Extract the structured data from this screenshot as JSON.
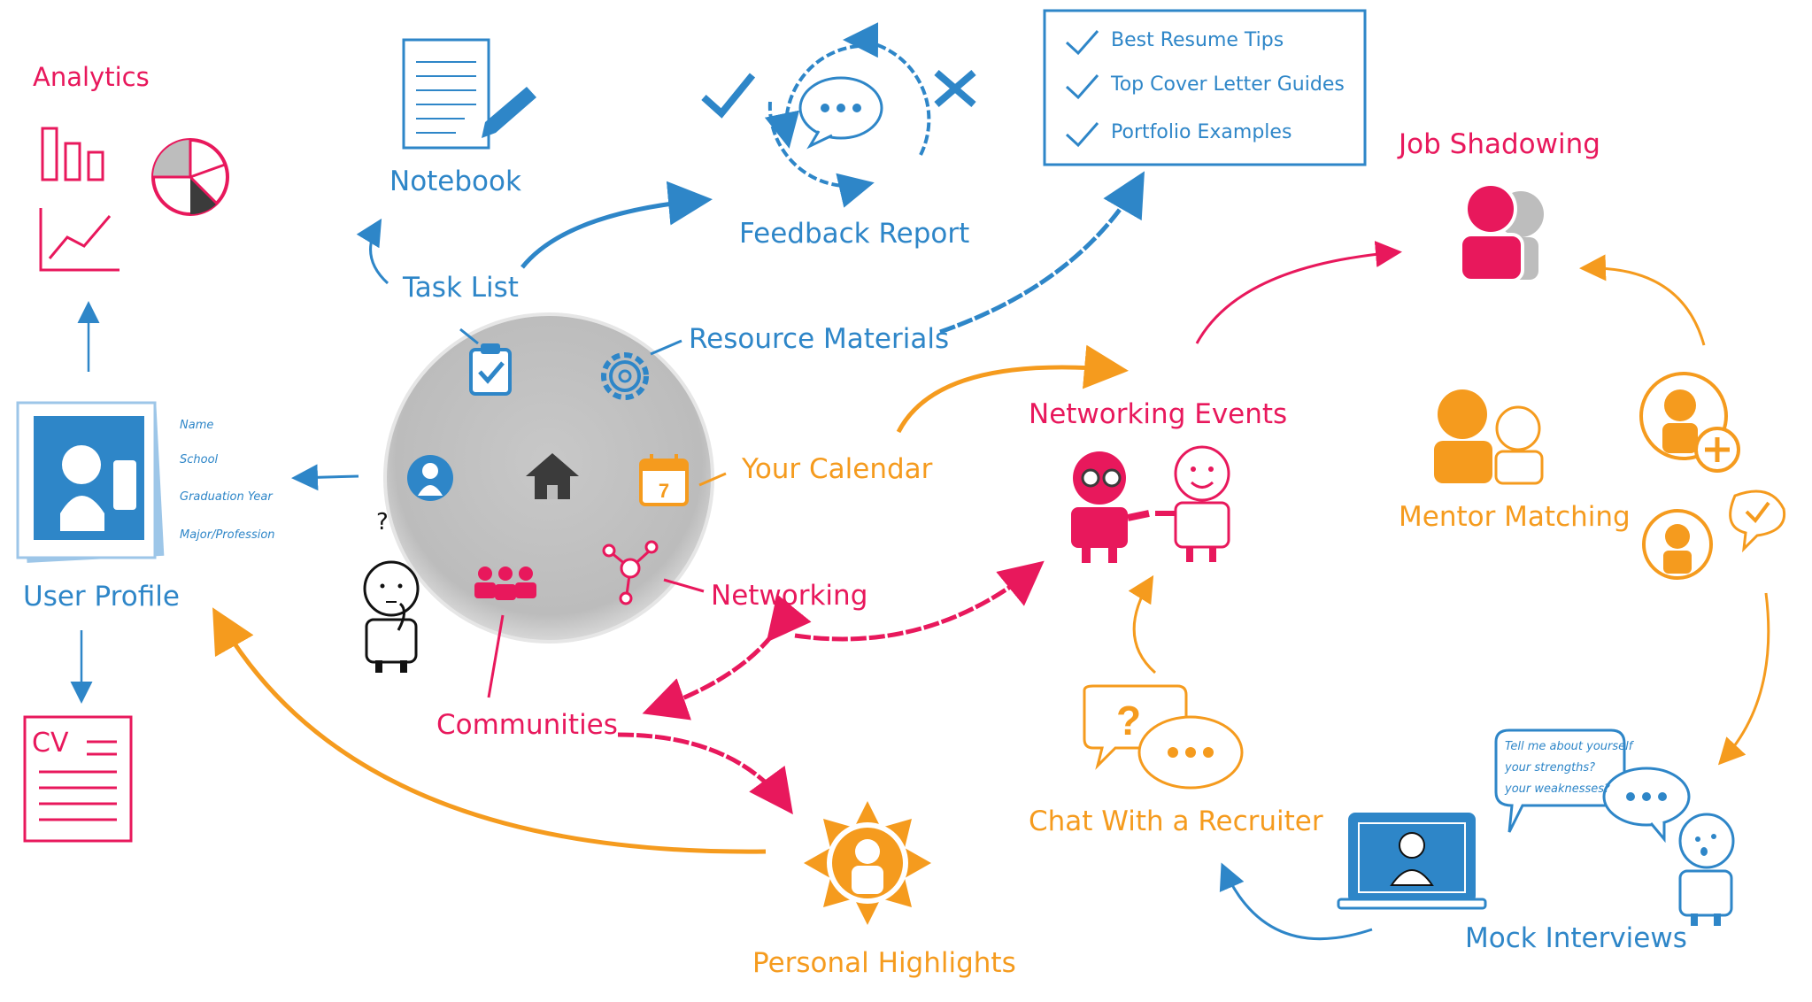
{
  "colors": {
    "blue": "#2e86c8",
    "pink": "#e8185c",
    "orange": "#f59b1e",
    "gray": "#bdbdbd",
    "dark": "#3b3b3b"
  },
  "labels": {
    "analytics": "Analytics",
    "notebook": "Notebook",
    "feedback_report": "Feedback Report",
    "task_list": "Task List",
    "resource_materials": "Resource Materials",
    "your_calendar": "Your Calendar",
    "networking": "Networking",
    "communities": "Communities",
    "user_profile": "User Profile",
    "networking_events": "Networking Events",
    "job_shadowing": "Job Shadowing",
    "mentor_matching": "Mentor Matching",
    "chat_with_recruiter": "Chat With a Recruiter",
    "personal_highlights": "Personal Highlights",
    "mock_interviews": "Mock Interviews",
    "cv": "CV",
    "calendar_day": "7",
    "question_mark": "?"
  },
  "resource_list": [
    "Best Resume Tips",
    "Top Cover Letter Guides",
    "Portfolio Examples"
  ],
  "profile_fields": [
    "Name",
    "School",
    "Graduation Year",
    "Major/Profession"
  ],
  "interview_bubble": [
    "Tell me about yourself",
    "your strengths?",
    "your weaknesses?"
  ],
  "icons": {
    "hub": [
      "clipboard-check-icon",
      "gear-icon",
      "user-icon",
      "home-icon",
      "calendar-icon",
      "people-icon",
      "network-icon"
    ],
    "other": [
      "notebook-icon",
      "pencil-icon",
      "chat-cycle-icon",
      "check-icon",
      "x-icon",
      "bar-chart-icon",
      "pie-chart-icon",
      "line-chart-icon",
      "sun-person-icon",
      "laptop-user-icon",
      "thinking-person-icon"
    ]
  }
}
